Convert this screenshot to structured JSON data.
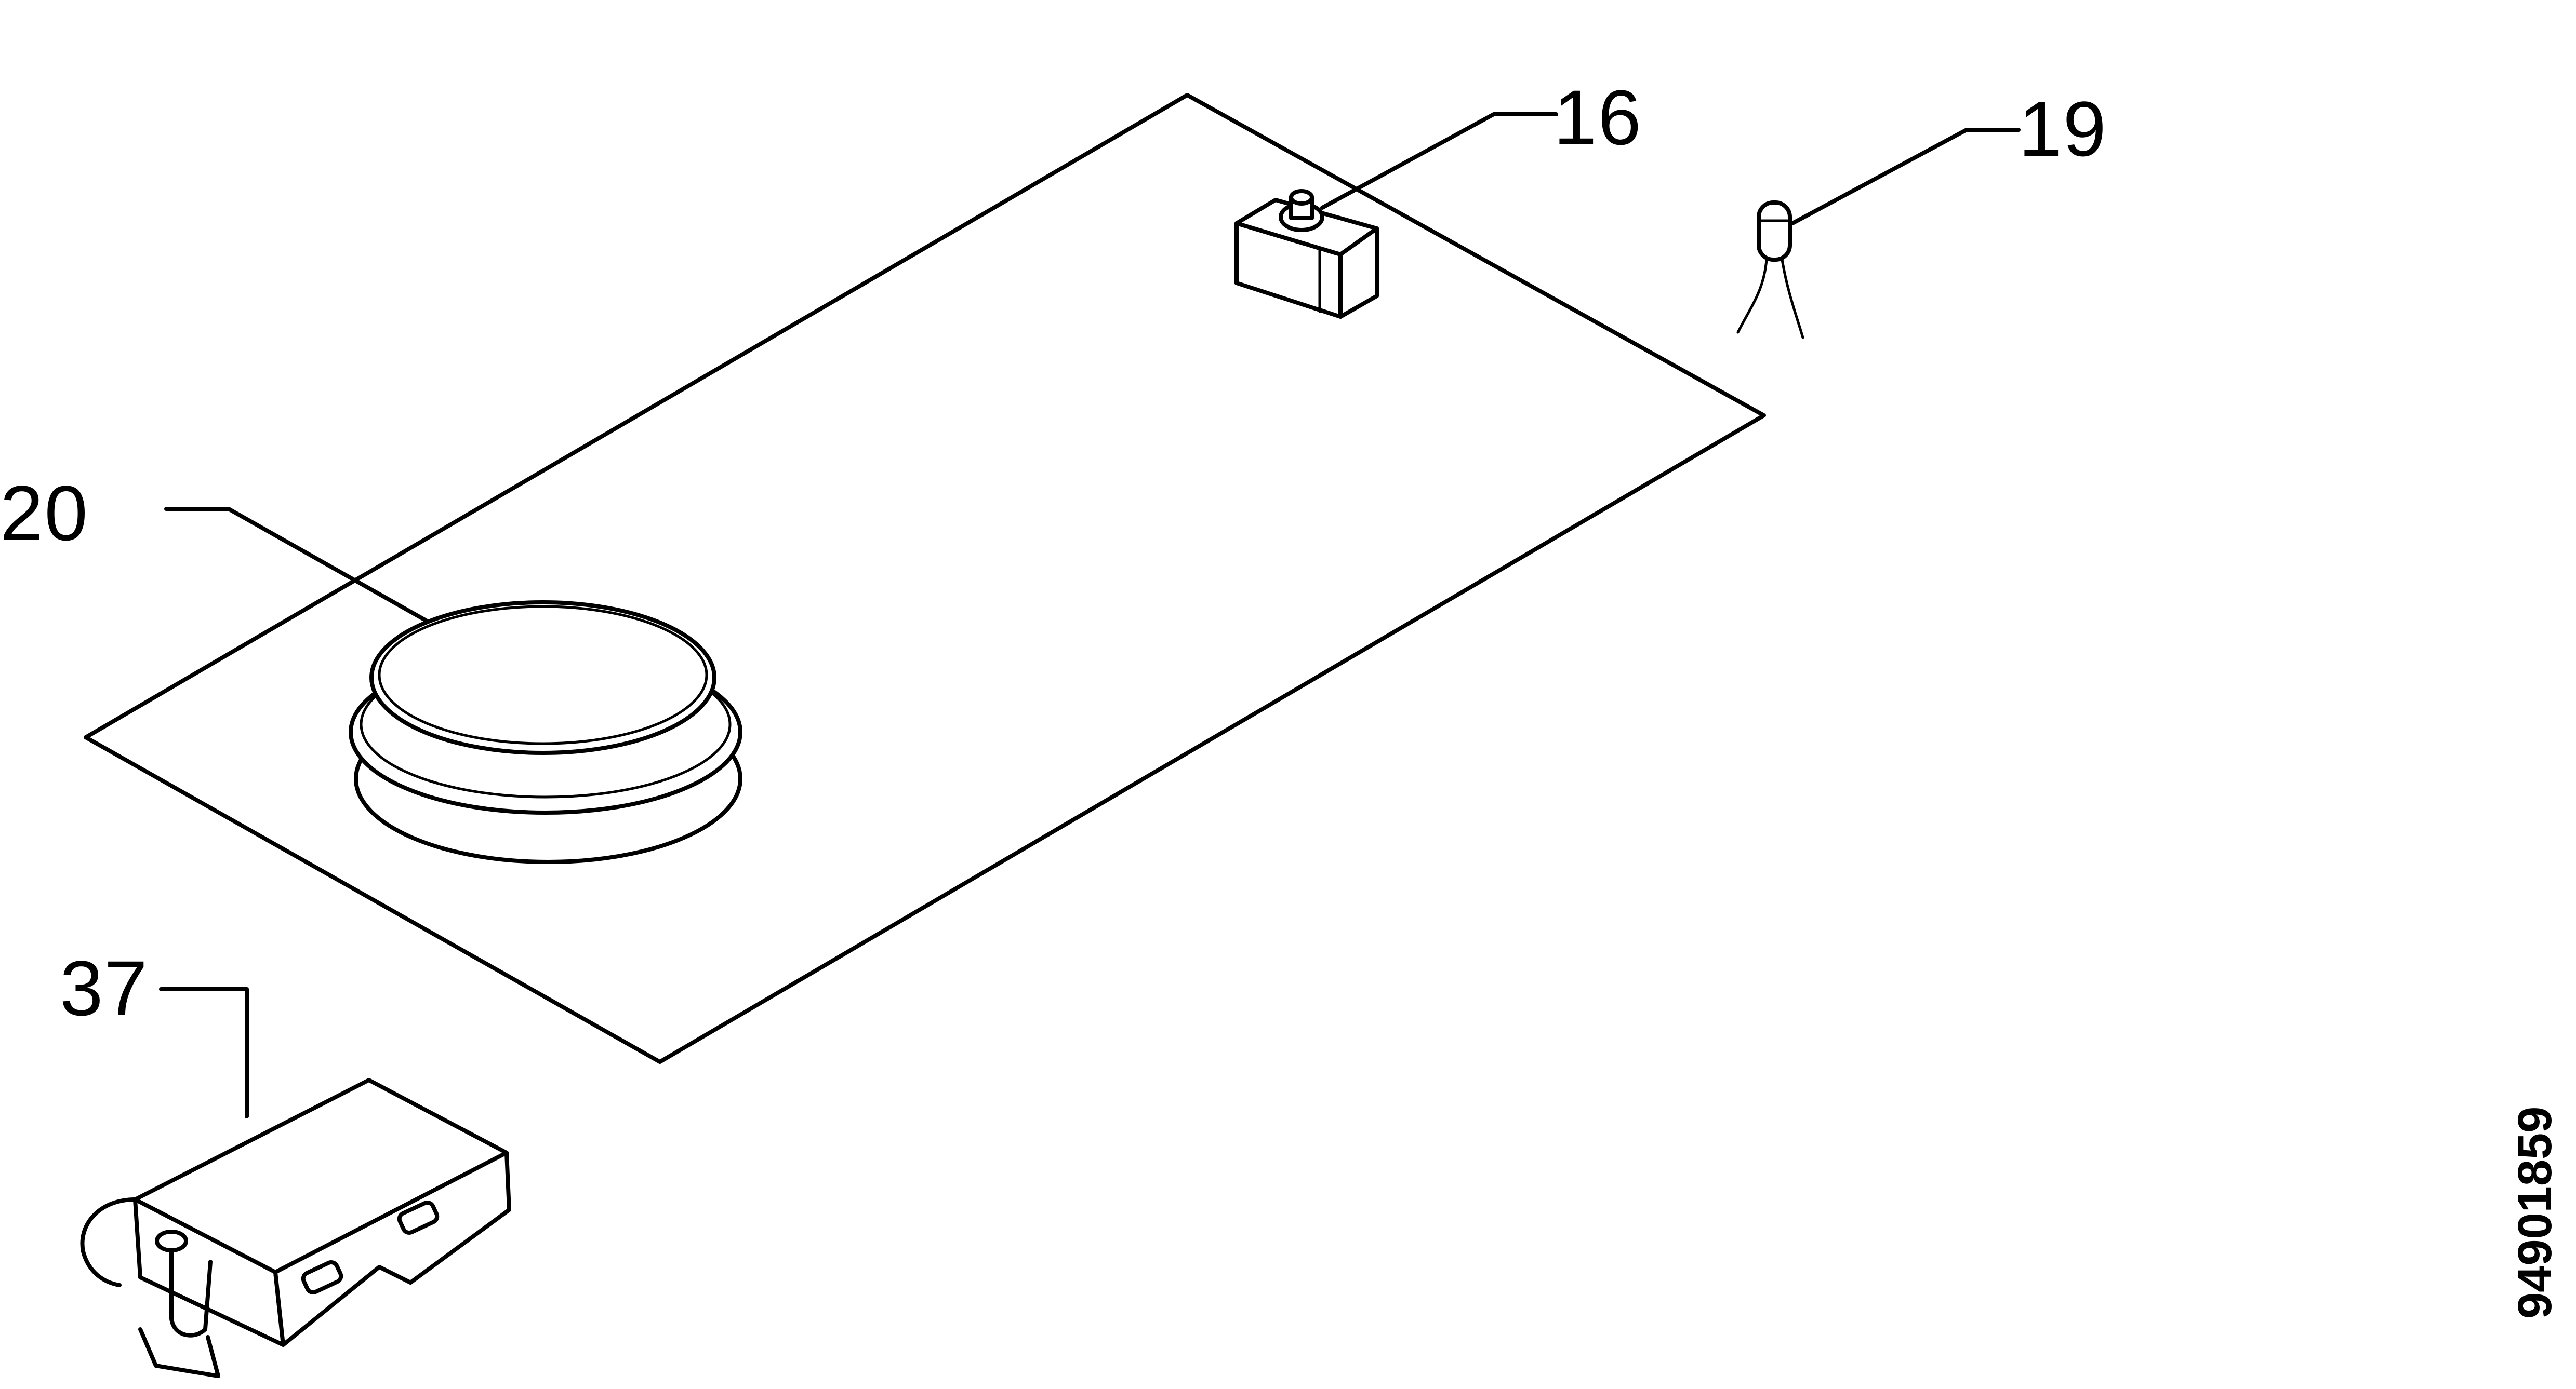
{
  "diagram": {
    "callouts": {
      "c16": "16",
      "c19": "19",
      "c20": "20",
      "c37": "37"
    },
    "document_number": "94901859"
  }
}
